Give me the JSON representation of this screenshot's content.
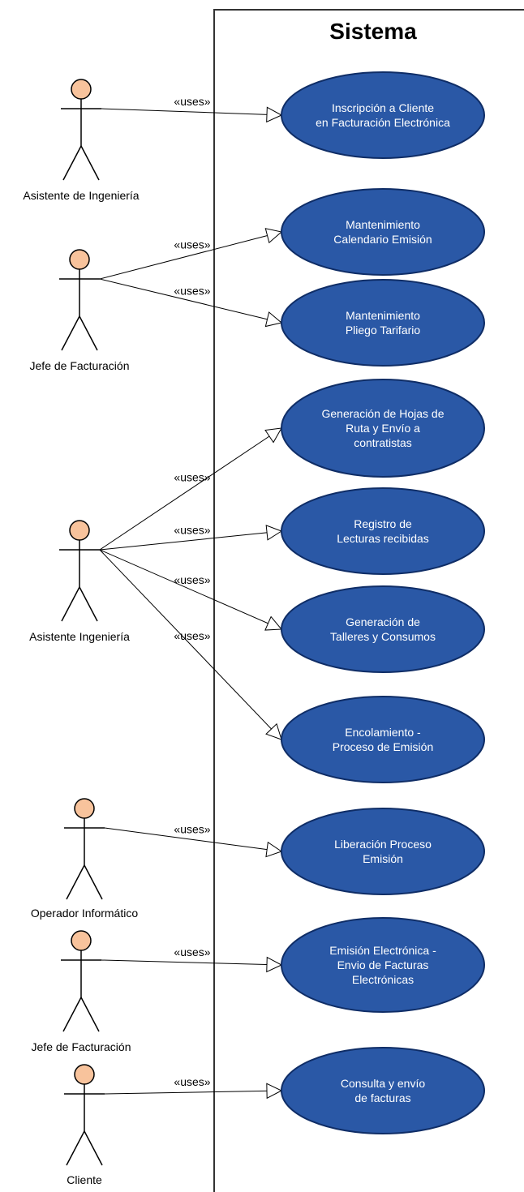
{
  "system": {
    "title": "Sistema"
  },
  "relation_label": "«uses»",
  "colors": {
    "usecase_fill": "#2a58a6",
    "usecase_stroke": "#0f2d66",
    "actor_head": "#f8c39c"
  },
  "actors": [
    {
      "id": "a1",
      "label": "Asistente de Ingeniería"
    },
    {
      "id": "a2",
      "label": "Jefe de Facturación"
    },
    {
      "id": "a3",
      "label": "Asistente Ingeniería"
    },
    {
      "id": "a4",
      "label": "Operador Informático"
    },
    {
      "id": "a5",
      "label": "Jefe de Facturación"
    },
    {
      "id": "a6",
      "label": "Cliente"
    }
  ],
  "use_cases": [
    {
      "id": "uc1",
      "lines": [
        "Inscripción a Cliente",
        "en Facturación Electrónica"
      ]
    },
    {
      "id": "uc2",
      "lines": [
        "Mantenimiento",
        "Calendario Emisión"
      ]
    },
    {
      "id": "uc3",
      "lines": [
        "Mantenimiento",
        "Pliego Tarifario"
      ]
    },
    {
      "id": "uc4",
      "lines": [
        "Generación de Hojas de",
        "Ruta y Envío a",
        "contratistas"
      ]
    },
    {
      "id": "uc5",
      "lines": [
        "Registro de",
        "Lecturas recibidas"
      ]
    },
    {
      "id": "uc6",
      "lines": [
        "Generación de",
        "Talleres y Consumos"
      ]
    },
    {
      "id": "uc7",
      "lines": [
        "Encolamiento -",
        "Proceso de Emisión"
      ]
    },
    {
      "id": "uc8",
      "lines": [
        "Liberación Proceso",
        "Emisión"
      ]
    },
    {
      "id": "uc9",
      "lines": [
        "Emisión Electrónica -",
        "Envio de Facturas",
        "Electrónicas"
      ]
    },
    {
      "id": "uc10",
      "lines": [
        "Consulta y envío",
        "de facturas"
      ]
    }
  ],
  "associations": [
    {
      "actor": "a1",
      "use_case": "uc1"
    },
    {
      "actor": "a2",
      "use_case": "uc2"
    },
    {
      "actor": "a2",
      "use_case": "uc3"
    },
    {
      "actor": "a3",
      "use_case": "uc4"
    },
    {
      "actor": "a3",
      "use_case": "uc5"
    },
    {
      "actor": "a3",
      "use_case": "uc6"
    },
    {
      "actor": "a3",
      "use_case": "uc7"
    },
    {
      "actor": "a4",
      "use_case": "uc8"
    },
    {
      "actor": "a5",
      "use_case": "uc9"
    },
    {
      "actor": "a6",
      "use_case": "uc10"
    }
  ]
}
